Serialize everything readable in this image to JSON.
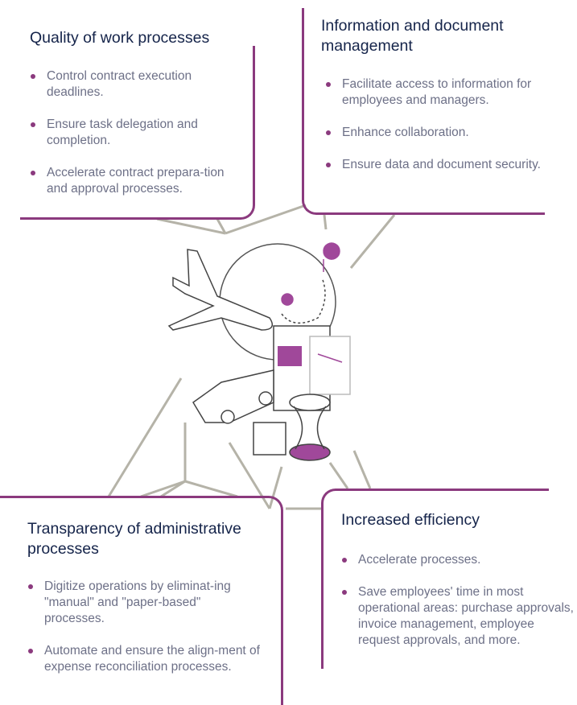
{
  "colors": {
    "accent": "#8b3a7e",
    "title": "#15244a",
    "text": "#6d7087",
    "lines": "#b5b3a8"
  },
  "cards": [
    {
      "title": "Quality of work processes",
      "items": [
        "Control contract execution deadlines.",
        "Ensure task delegation and completion.",
        "Accelerate contract prepara-tion and approval processes."
      ]
    },
    {
      "title": "Information and document management",
      "items": [
        "Facilitate access to information for employees and managers.",
        "Enhance collaboration.",
        "Ensure data and document security."
      ]
    },
    {
      "title": "Transparency of administrative processes",
      "items": [
        "Digitize operations by eliminat-ing \"manual\" and \"paper-based\" processes.",
        "Automate and ensure the align-ment of expense reconciliation processes."
      ]
    },
    {
      "title": "Increased efficiency",
      "items": [
        "Accelerate processes.",
        "Save employees' time in most operational areas: purchase approvals, invoice management, employee request approvals, and more."
      ]
    }
  ]
}
